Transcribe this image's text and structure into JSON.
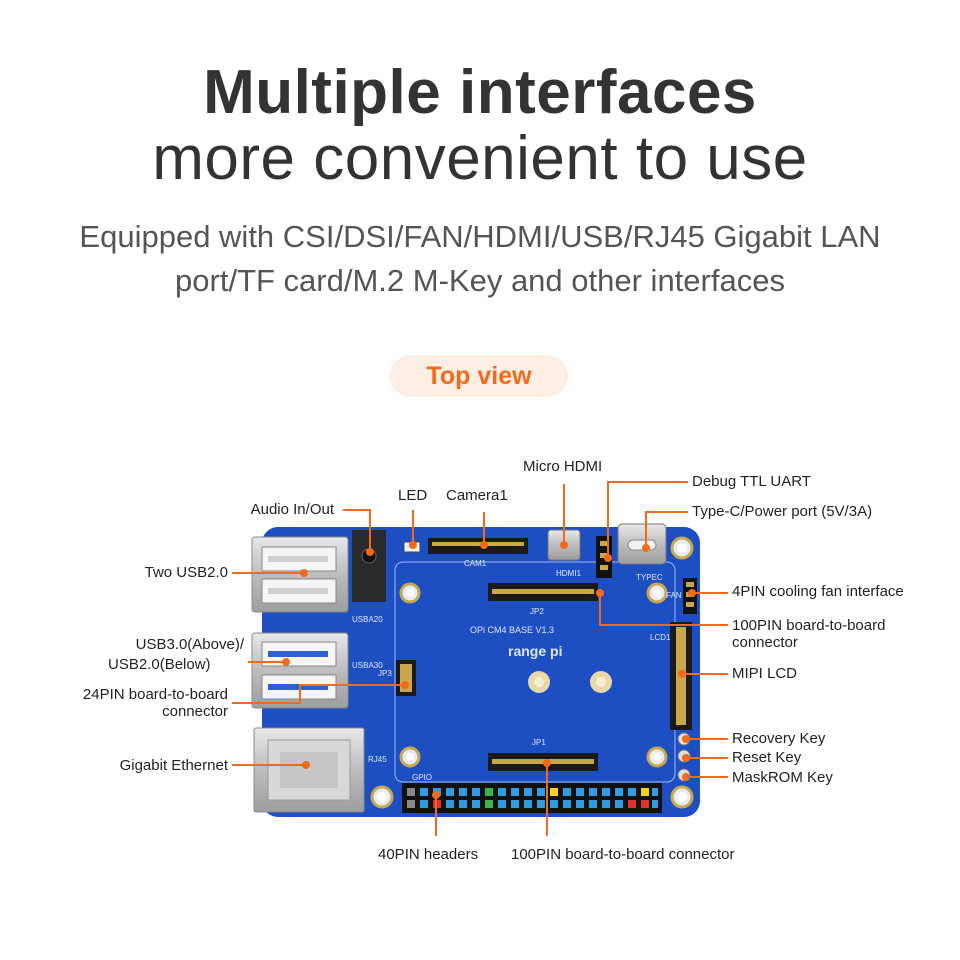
{
  "header": {
    "title_line1": "Multiple interfaces",
    "title_line2": "more convenient to use",
    "subtitle_line1": "Equipped with CSI/DSI/FAN/HDMI/USB/RJ45 Gigabit LAN",
    "subtitle_line2": "port/TF card/M.2 M-Key and other interfaces"
  },
  "view_badge": "Top view",
  "labels": {
    "audio": "Audio In/Out",
    "led": "LED",
    "camera": "Camera1",
    "micro_hdmi": "Micro HDMI",
    "debug_ttl": "Debug TTL UART",
    "type_c": "Type-C/Power port (5V/3A)",
    "two_usb2": "Two USB2.0",
    "usb3_line1": "USB3.0(Above)/",
    "usb3_line2": "USB2.0(Below)",
    "pin24_line1": "24PIN board-to-board",
    "pin24_line2": "connector",
    "gigabit": "Gigabit Ethernet",
    "fan": "4PIN cooling fan interface",
    "pin100_right_line1": "100PIN board-to-board",
    "pin100_right_line2": "connector",
    "mipi_lcd": "MIPI LCD",
    "recovery": "Recovery Key",
    "reset": "Reset Key",
    "maskrom": "MaskROM Key",
    "pin40": "40PIN headers",
    "pin100_bottom": "100PIN board-to-board connector"
  },
  "board_silk": {
    "brand": "range pi",
    "model": "OPi CM4 BASE V1.3",
    "jp1": "JP1",
    "jp2": "JP2",
    "jp3": "JP3",
    "cam1": "CAM1",
    "hdmi1": "HDMI1",
    "usb20": "USBA20",
    "usb30": "USBA30",
    "rj45": "RJ45",
    "gpio": "GPIO",
    "typec": "TYPEC",
    "fan": "FAN",
    "lcd": "LCD1"
  },
  "colors": {
    "accent": "#f26a1b",
    "board": "#1e4fc2",
    "pill_bg": "#fdeee4"
  }
}
